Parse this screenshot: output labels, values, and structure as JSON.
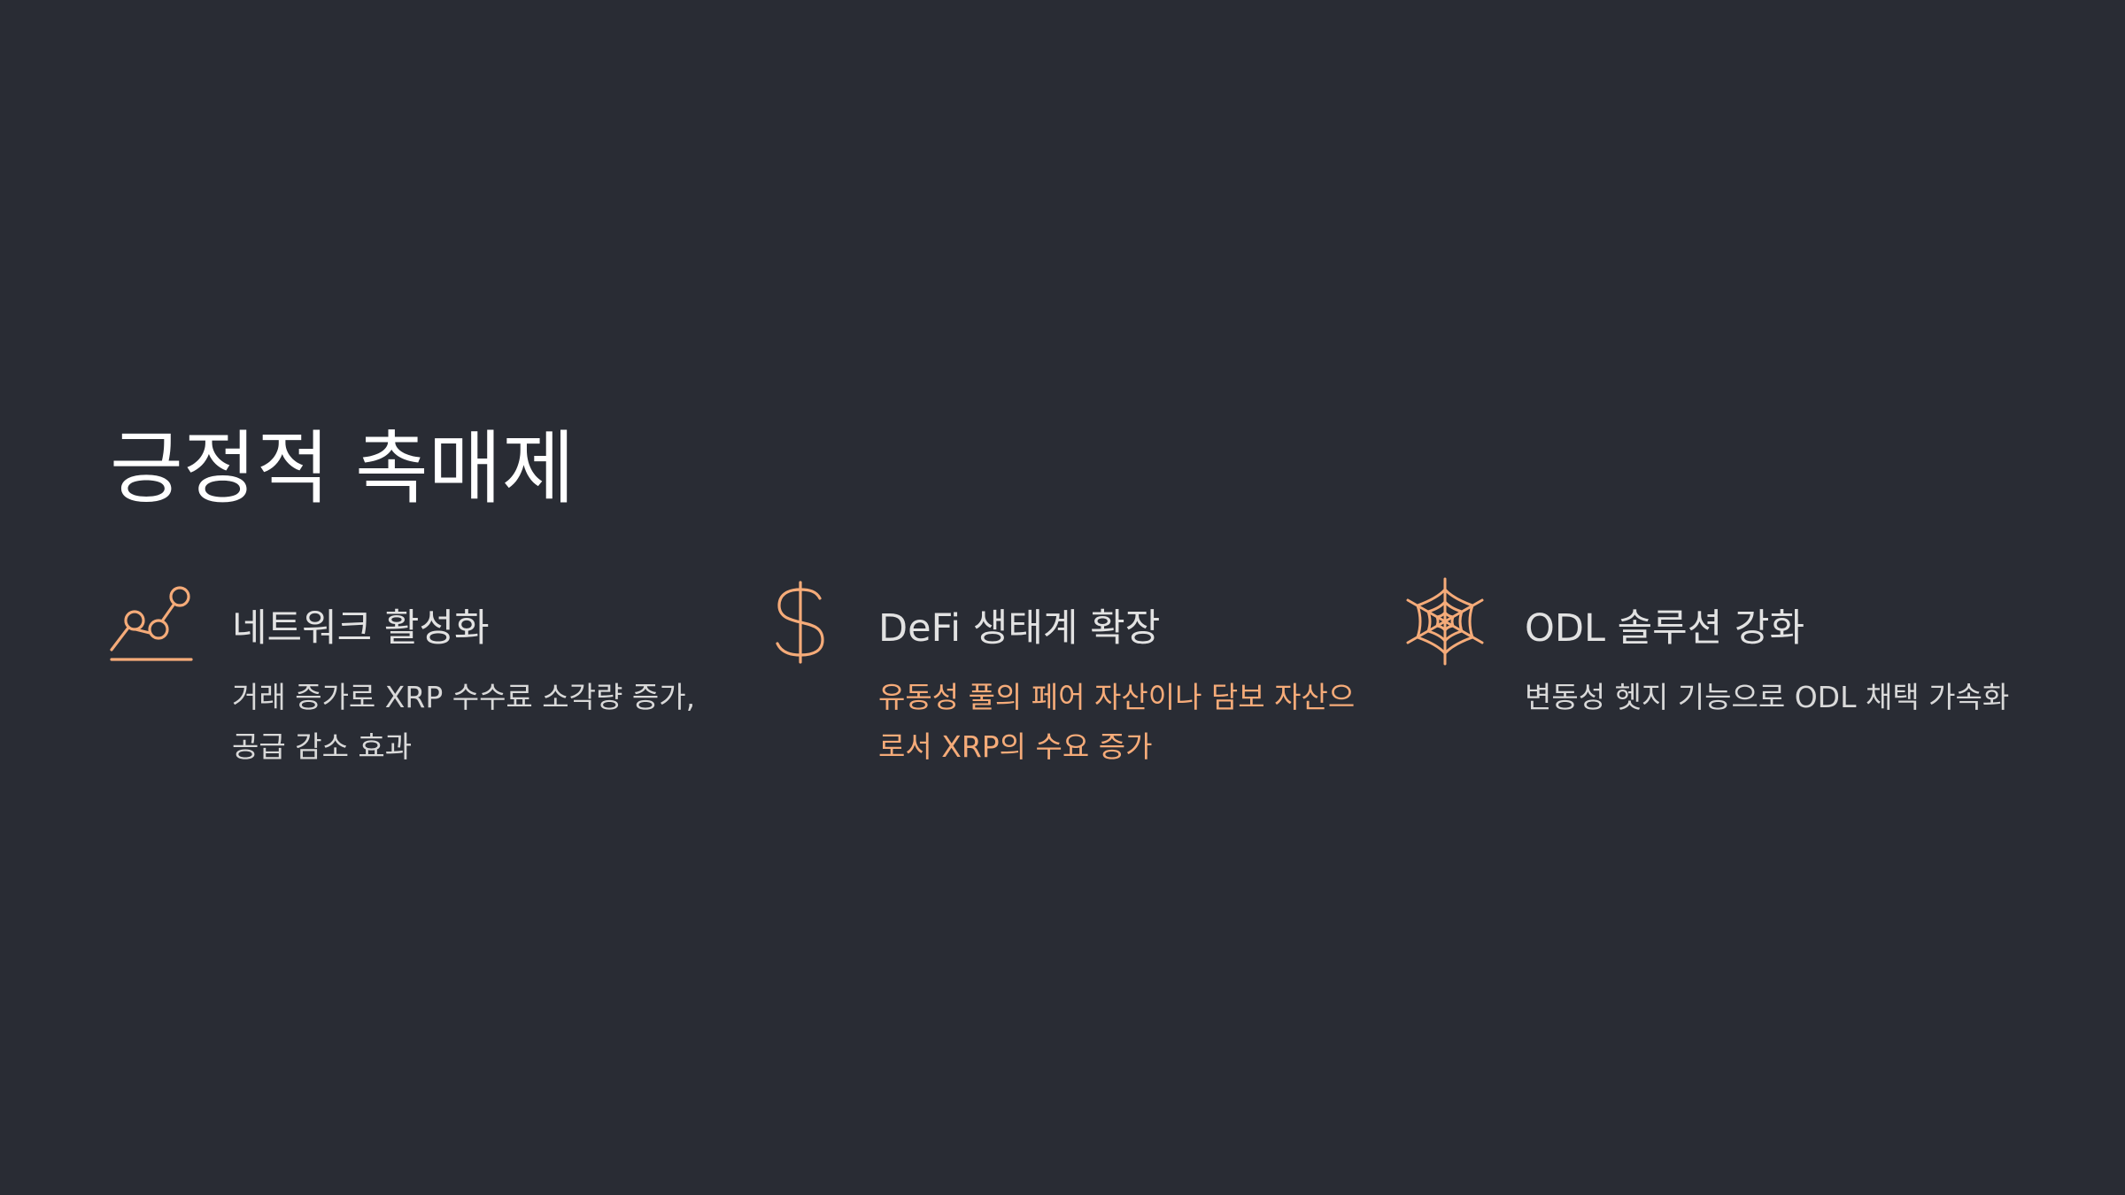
{
  "slide": {
    "title": "긍정적 촉매제",
    "accent_color": "#f5ab79",
    "background_color": "#292c34",
    "cards": [
      {
        "icon": "chart-line-icon",
        "heading": "네트워크 활성화",
        "description": "거래 증가로 XRP 수수료 소각량 증가, 공급 감소 효과",
        "description_highlighted": false
      },
      {
        "icon": "dollar-sign-icon",
        "heading": "DeFi 생태계 확장",
        "description": "유동성 풀의 페어 자산이나 담보 자산으로서 XRP의 수요 증가",
        "description_highlighted": true
      },
      {
        "icon": "spider-web-icon",
        "heading": "ODL 솔루션 강화",
        "description": "변동성 헷지 기능으로 ODL 채택 가속화",
        "description_highlighted": false
      }
    ]
  }
}
